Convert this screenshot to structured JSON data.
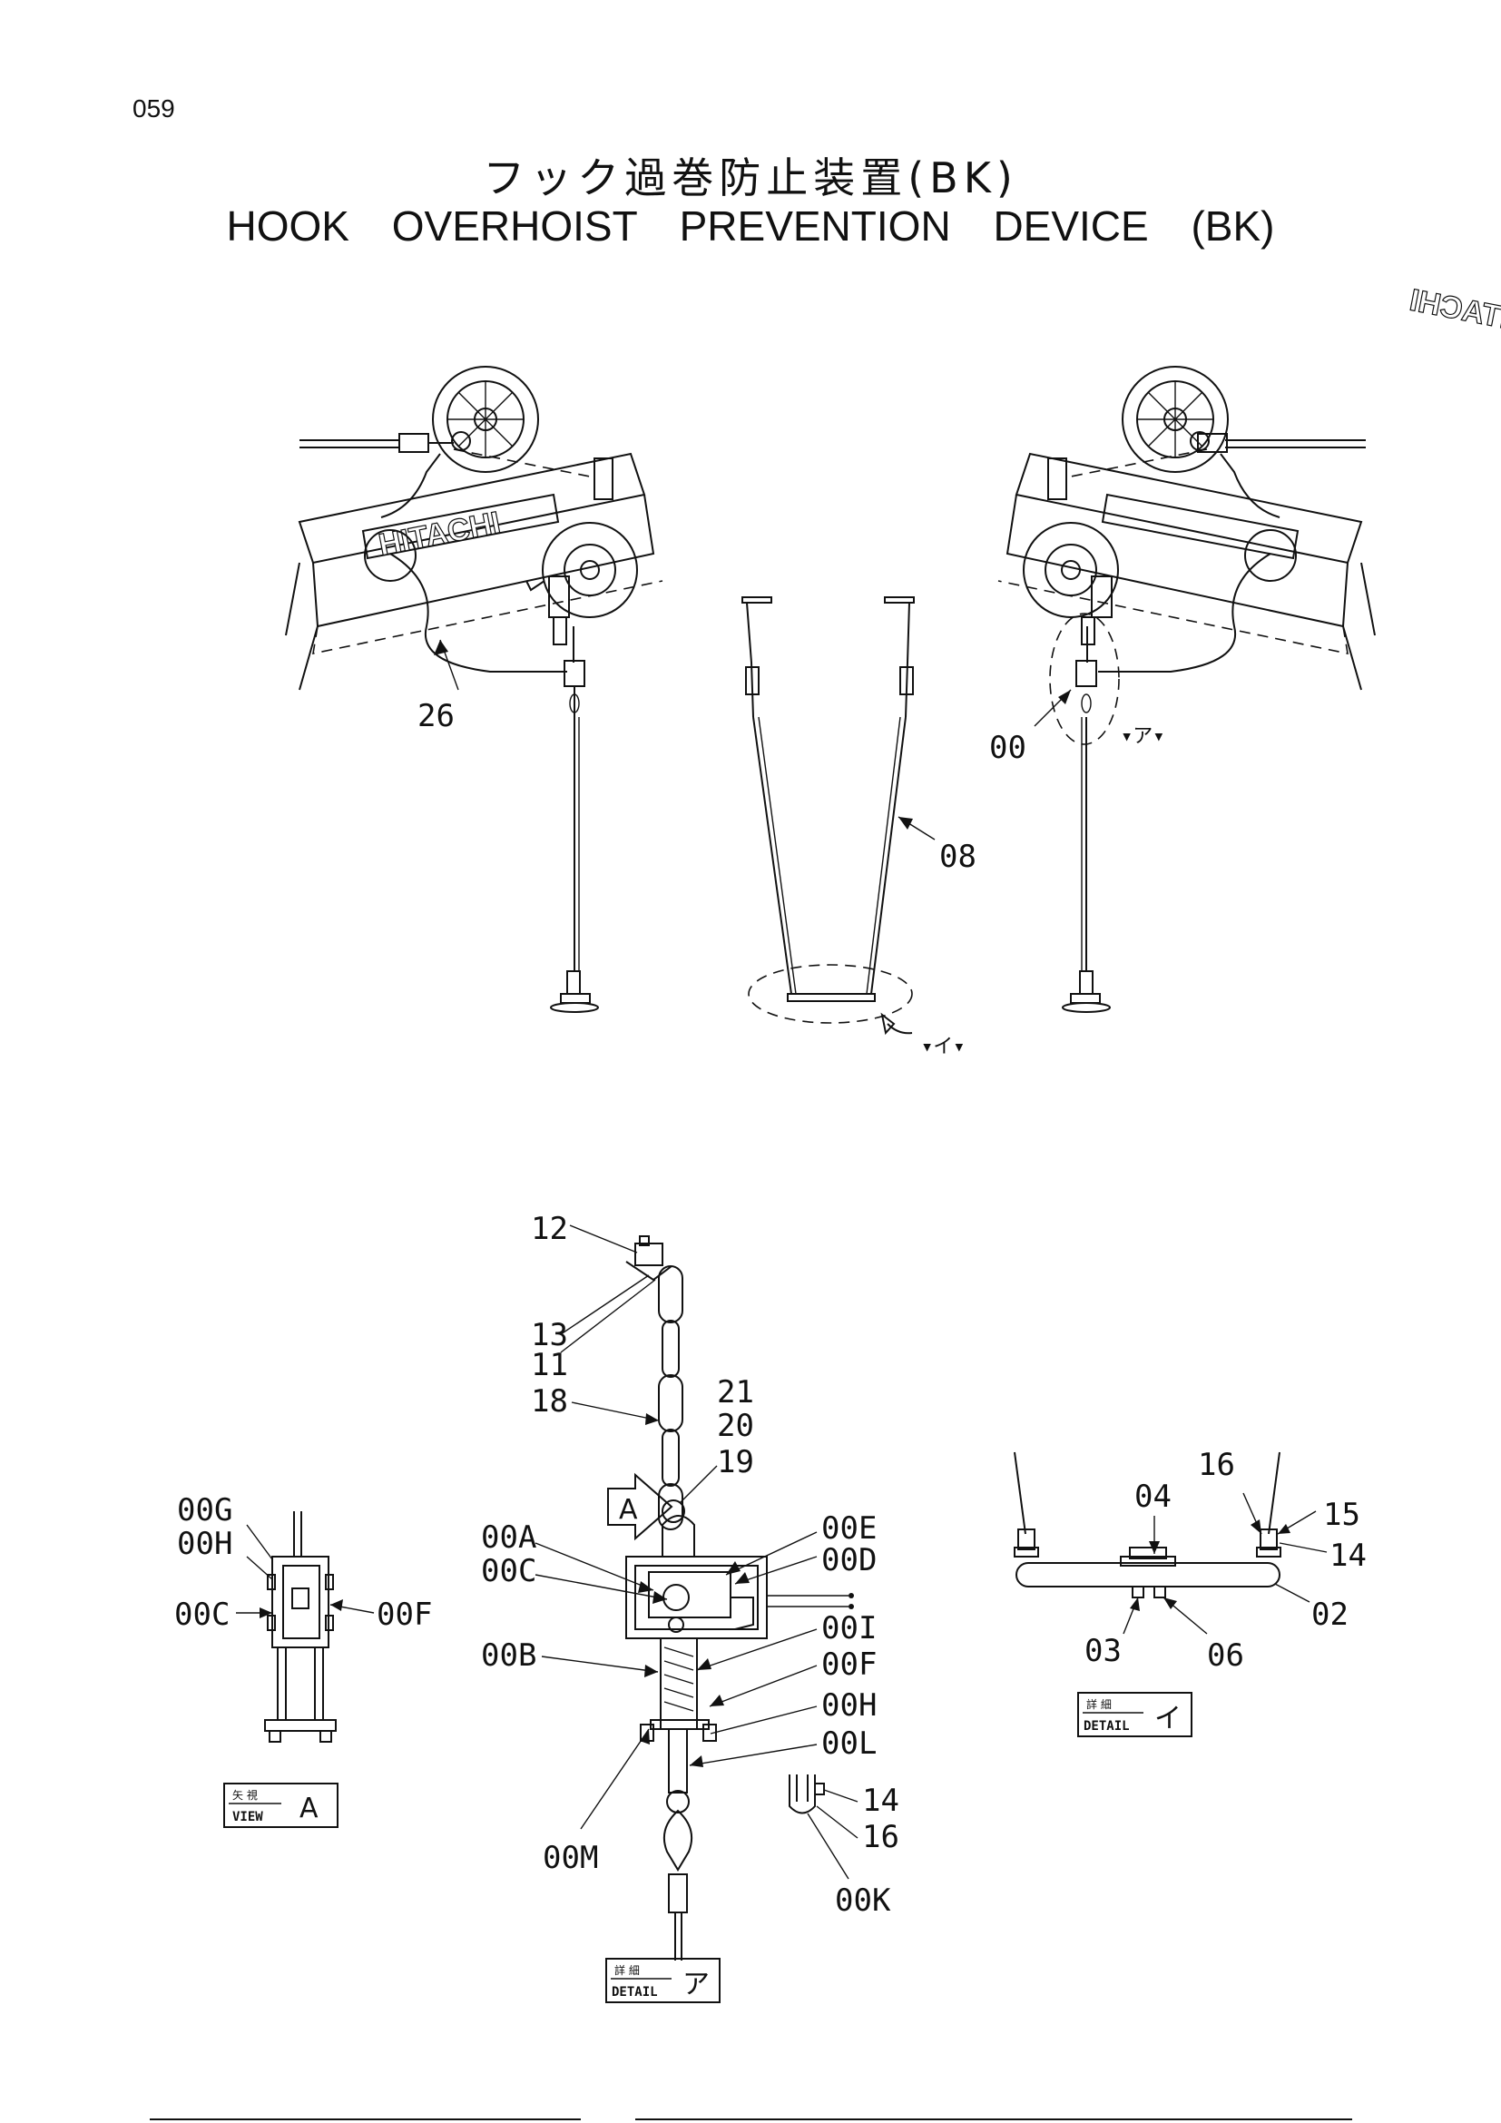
{
  "page": {
    "number": "059"
  },
  "title": {
    "japanese": "フック過巻防止装置(BK)",
    "english": "HOOK OVERHOIST PREVENTION DEVICE (BK)"
  },
  "brand_mark": "HITACHI",
  "callouts_top": {
    "c26": "26",
    "c00": "00",
    "c08": "08",
    "view_a": "▾ア▾",
    "view_i": "▾イ▾"
  },
  "callouts_detail_a": {
    "c12": "12",
    "c13": "13",
    "c11": "11",
    "c18": "18",
    "c21": "21",
    "c20": "20",
    "c19": "19",
    "c00A": "00A",
    "c00C": "00C",
    "c00B": "00B",
    "c00M": "00M",
    "c00E": "00E",
    "c00D": "00D",
    "c00I": "00I",
    "c00F": "00F",
    "c00H": "00H",
    "c00L": "00L",
    "c14": "14",
    "c16": "16",
    "c00K": "00K",
    "arrow_a": "A"
  },
  "callouts_view_a": {
    "c00G": "00G",
    "c00H": "00H",
    "c00C": "00C",
    "c00F": "00F"
  },
  "callouts_detail_i": {
    "c16": "16",
    "c04": "04",
    "c15": "15",
    "c14": "14",
    "c02": "02",
    "c03": "03",
    "c06": "06"
  },
  "tags": {
    "view_a": {
      "top": "矢 視",
      "bottom": "VIEW",
      "mark": "A"
    },
    "detail_a": {
      "top": "詳 細",
      "bottom": "DETAIL",
      "mark": "ア"
    },
    "detail_i": {
      "top": "詳 細",
      "bottom": "DETAIL",
      "mark": "イ"
    }
  }
}
